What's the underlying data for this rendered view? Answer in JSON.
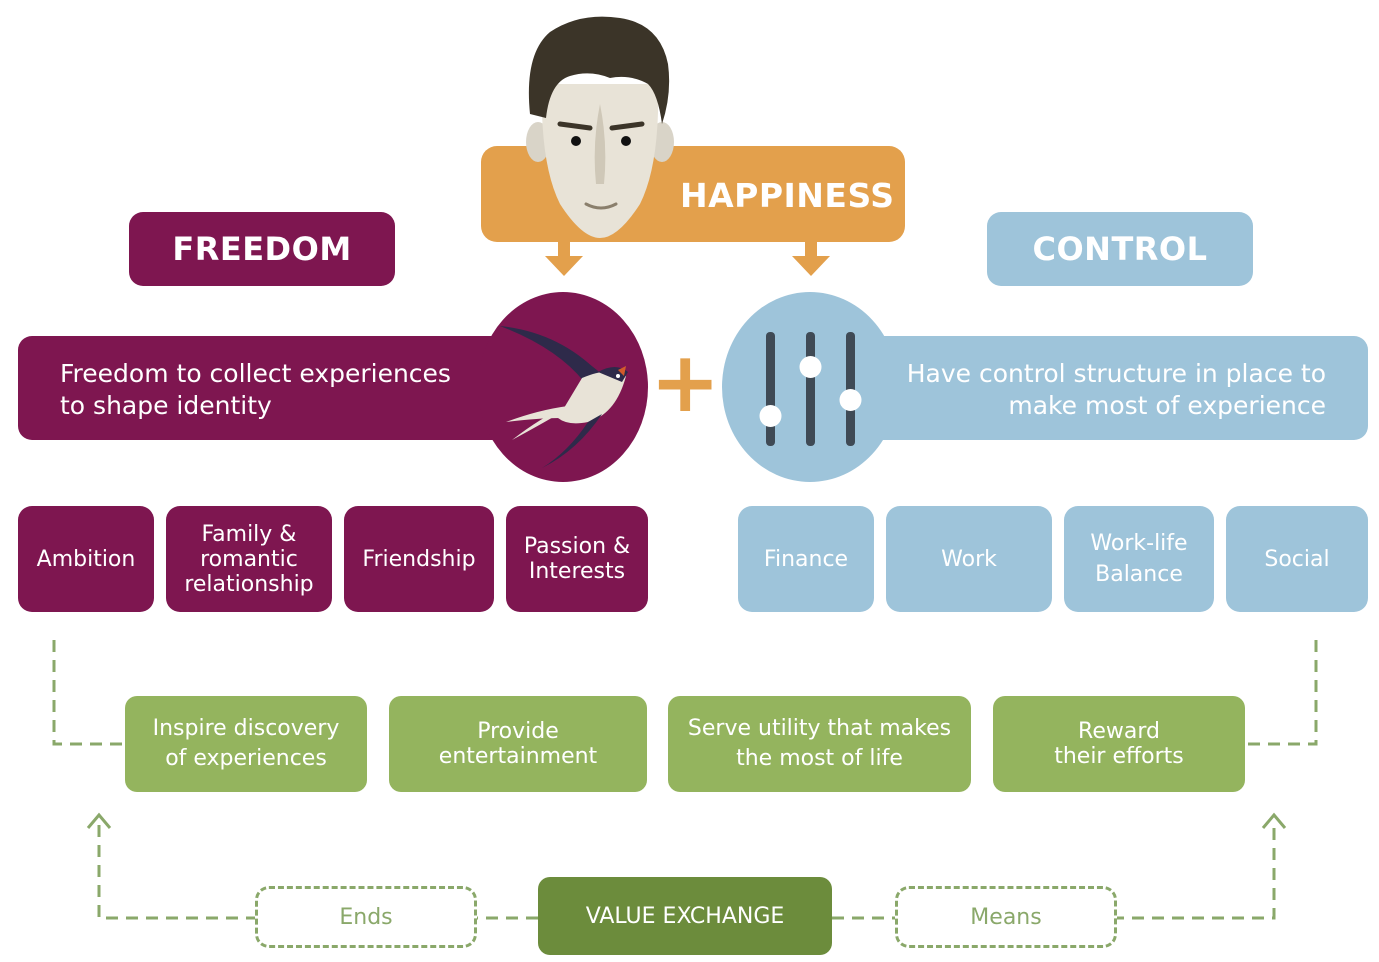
{
  "colors": {
    "freedom": "#7e1650",
    "control": "#9ec4da",
    "happiness": "#e3a04c",
    "value_light": "#94b45e",
    "value_dark": "#6c8c3c"
  },
  "happiness": {
    "label": "HAPPINESS",
    "icon": "face-icon"
  },
  "freedom": {
    "heading": "FREEDOM",
    "statement": "Freedom to collect experiences\nto shape identity",
    "icon": "swallow-bird-icon",
    "categories": [
      "Ambition",
      "Family &\nromantic\nrelationship",
      "Friendship",
      "Passion &\nInterests"
    ]
  },
  "plus": "+",
  "control": {
    "heading": "CONTROL",
    "statement": "Have control structure in place to\nmake most of experience",
    "icon": "sliders-icon",
    "categories": [
      "Finance",
      "Work",
      "Work-life\nBalance",
      "Social"
    ]
  },
  "value_boxes": [
    "Inspire discovery\nof experiences",
    "Provide\nentertainment",
    "Serve utility that makes\nthe most of life",
    "Reward\ntheir efforts"
  ],
  "bottom": {
    "ends": "Ends",
    "value_exchange": "VALUE EXCHANGE",
    "means": "Means"
  }
}
